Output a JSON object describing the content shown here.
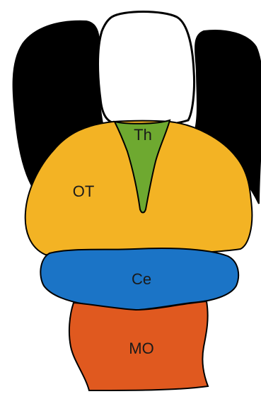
{
  "diagram": {
    "regions": [
      {
        "id": "eye-left",
        "label": "",
        "color": "#000000"
      },
      {
        "id": "eye-right",
        "label": "",
        "color": "#000000"
      },
      {
        "id": "telencephalon",
        "label": "",
        "color": "#ffffff"
      },
      {
        "id": "optic-tectum",
        "label": "OT",
        "color": "#f3b324"
      },
      {
        "id": "thalamus",
        "label": "Th",
        "color": "#6ea930"
      },
      {
        "id": "cerebellum",
        "label": "Ce",
        "color": "#1b74c6"
      },
      {
        "id": "medulla-oblongata",
        "label": "MO",
        "color": "#e0591f"
      }
    ]
  }
}
